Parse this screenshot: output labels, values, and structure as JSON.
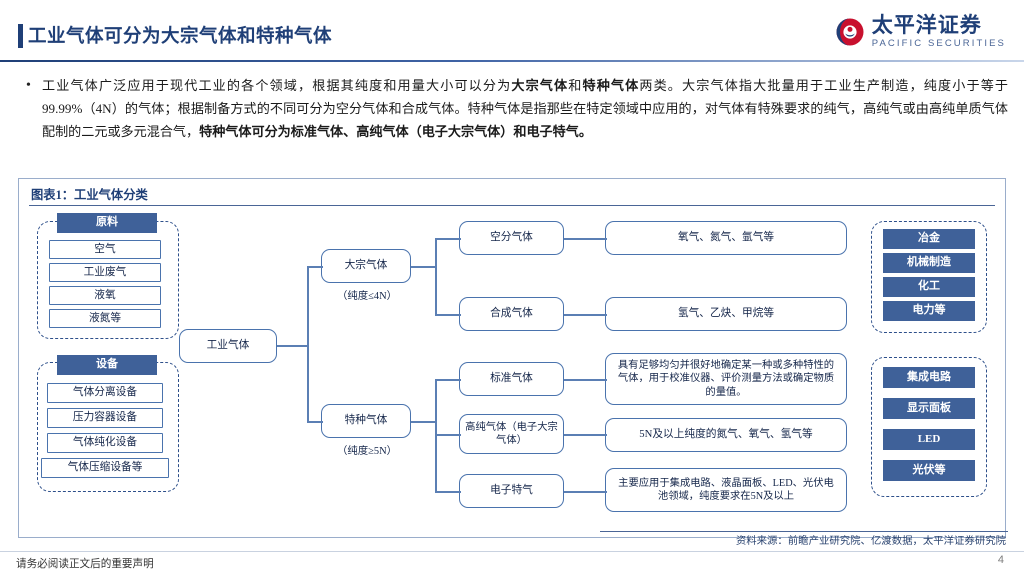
{
  "header": {
    "title": "工业气体可分为大宗气体和特种气体",
    "logo": {
      "cn": "太平洋证券",
      "en": "PACIFIC SECURITIES",
      "mark": "pacific-securities-logo-icon"
    },
    "accent_color": "#1f3f77"
  },
  "body": {
    "bullet_marker": "•",
    "paragraph_parts": [
      {
        "text": "工业气体广泛应用于现代工业的各个领域，根据其纯度和用量大小可以分为",
        "bold": false
      },
      {
        "text": "大宗气体",
        "bold": true
      },
      {
        "text": "和",
        "bold": false
      },
      {
        "text": "特种气体",
        "bold": true
      },
      {
        "text": "两类。大宗气体指大批量用于工业生产制造，纯度小于等于99.99%（4N）的气体；根据制备方式的不同可分为空分气体和合成气体。特种气体是指那些在特定领域中应用的，对气体有特殊要求的纯气，高纯气或由高纯单质气体配制的二元或多元混合气，",
        "bold": false
      },
      {
        "text": "特种气体可分为标准气体、高纯气体（电子大宗气体）和电子特气。",
        "bold": true
      }
    ]
  },
  "figure": {
    "title": "图表1：工业气体分类",
    "source": "资料来源：前瞻产业研究院、亿渡数据，太平洋证券研究院",
    "groups": [
      {
        "id": "raw-materials",
        "header": "原料",
        "items": [
          "空气",
          "工业废气",
          "液氧",
          "液氮等"
        ]
      },
      {
        "id": "equipment",
        "header": "设备",
        "items": [
          "气体分离设备",
          "压力容器设备",
          "气体纯化设备",
          "气体压缩设备等"
        ]
      }
    ],
    "root": {
      "label": "工业气体"
    },
    "branches": [
      {
        "id": "bulk-gas",
        "label": "大宗气体",
        "sublabel": "（纯度≤4N）"
      },
      {
        "id": "specialty-gas",
        "label": "特种气体",
        "sublabel": "（纯度≥5N）"
      }
    ],
    "categories": [
      {
        "id": "air-separation-gas",
        "label": "空分气体",
        "detail": "氧气、氮气、氩气等"
      },
      {
        "id": "synthetic-gas",
        "label": "合成气体",
        "detail": "氢气、乙炔、甲烷等"
      },
      {
        "id": "standard-gas",
        "label": "标准气体",
        "detail": "具有足够均匀并很好地确定某一种或多种特性的气体，用于校准仪器、评价测量方法或确定物质的量值。"
      },
      {
        "id": "high-purity-gas",
        "label": "高纯气体（电子大宗气体）",
        "detail": "5N及以上纯度的氮气、氧气、氢气等"
      },
      {
        "id": "electronic-specialty-gas",
        "label": "电子特气",
        "detail": "主要应用于集成电路、液晶面板、LED、光伏电池领域，纯度要求在5N及以上"
      }
    ],
    "applications": [
      {
        "id": "bulk-applications",
        "items": [
          "冶金",
          "机械制造",
          "化工",
          "电力等"
        ]
      },
      {
        "id": "specialty-applications",
        "items": [
          "集成电路",
          "显示面板",
          "LED",
          "光伏等"
        ]
      }
    ]
  },
  "footer": {
    "note": "请务必阅读正文后的重要声明",
    "page": "4"
  }
}
